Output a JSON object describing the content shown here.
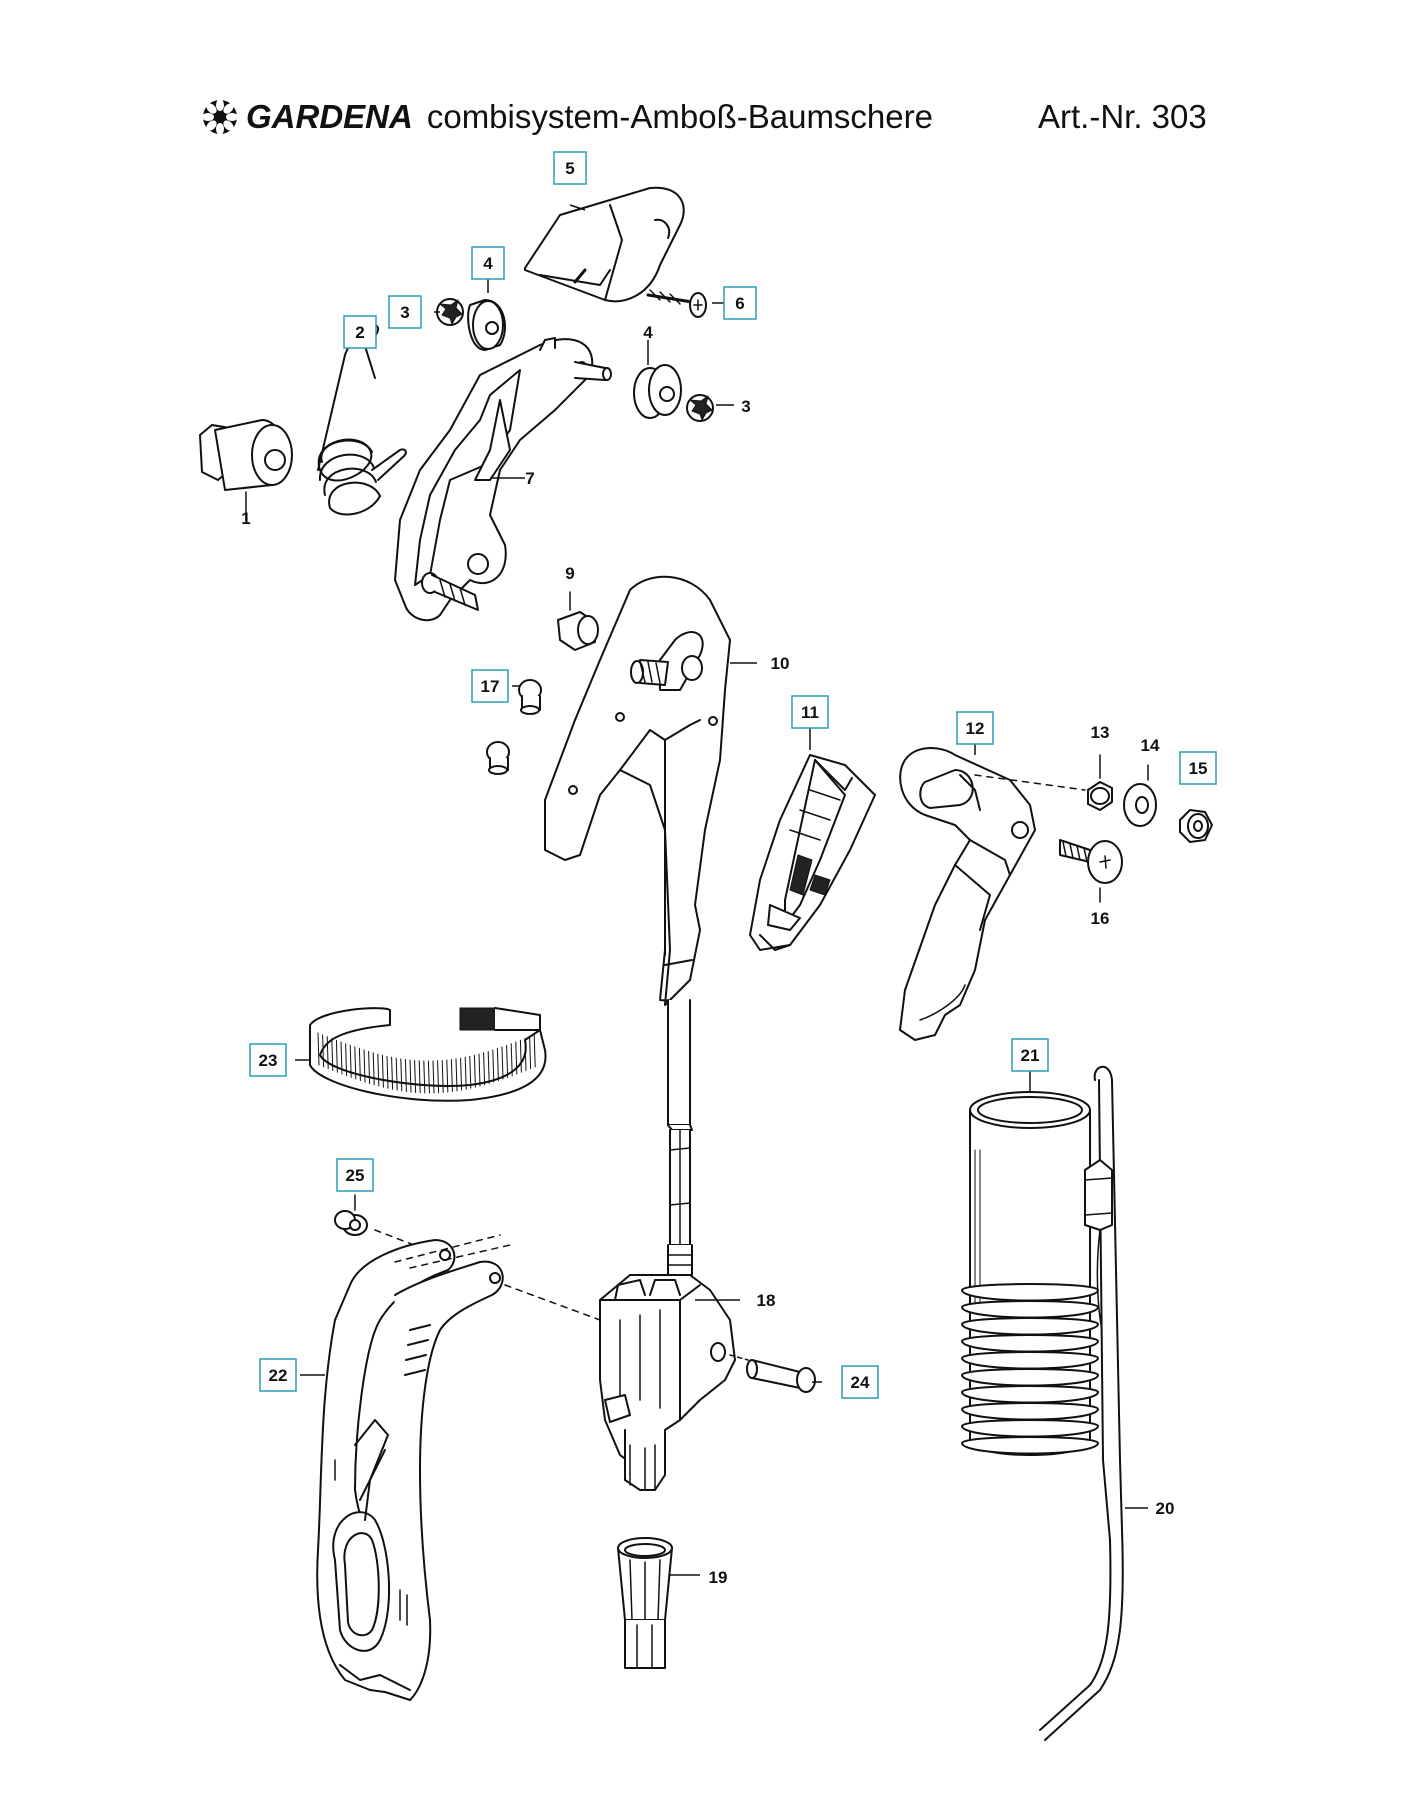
{
  "header": {
    "brand": "GARDENA",
    "title": "combisystem-Amboß-Baumschere",
    "article": "Art.-Nr. 303"
  },
  "parts": [
    {
      "id": "p1",
      "number": "1",
      "boxed": false
    },
    {
      "id": "p2",
      "number": "2",
      "boxed": true
    },
    {
      "id": "p3a",
      "number": "3",
      "boxed": true
    },
    {
      "id": "p3b",
      "number": "3",
      "boxed": false
    },
    {
      "id": "p4a",
      "number": "4",
      "boxed": true
    },
    {
      "id": "p4b",
      "number": "4",
      "boxed": false
    },
    {
      "id": "p5",
      "number": "5",
      "boxed": true
    },
    {
      "id": "p6",
      "number": "6",
      "boxed": true
    },
    {
      "id": "p7",
      "number": "7",
      "boxed": false
    },
    {
      "id": "p9",
      "number": "9",
      "boxed": false
    },
    {
      "id": "p10",
      "number": "10",
      "boxed": false
    },
    {
      "id": "p11",
      "number": "11",
      "boxed": true
    },
    {
      "id": "p12",
      "number": "12",
      "boxed": true
    },
    {
      "id": "p13",
      "number": "13",
      "boxed": false
    },
    {
      "id": "p14",
      "number": "14",
      "boxed": false
    },
    {
      "id": "p15",
      "number": "15",
      "boxed": true
    },
    {
      "id": "p16",
      "number": "16",
      "boxed": false
    },
    {
      "id": "p17",
      "number": "17",
      "boxed": true
    },
    {
      "id": "p18",
      "number": "18",
      "boxed": false
    },
    {
      "id": "p19",
      "number": "19",
      "boxed": false
    },
    {
      "id": "p20",
      "number": "20",
      "boxed": false
    },
    {
      "id": "p21",
      "number": "21",
      "boxed": true
    },
    {
      "id": "p22",
      "number": "22",
      "boxed": true
    },
    {
      "id": "p23",
      "number": "23",
      "boxed": true
    },
    {
      "id": "p24",
      "number": "24",
      "boxed": true
    },
    {
      "id": "p25",
      "number": "25",
      "boxed": true
    }
  ],
  "colors": {
    "box_border": "#2a9db5",
    "line": "#111111",
    "fill_light": "#ffffff",
    "fill_dark": "#222222"
  }
}
